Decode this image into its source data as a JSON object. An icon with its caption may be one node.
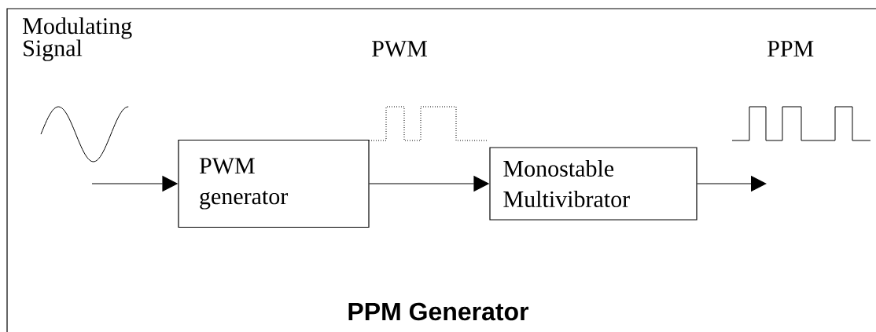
{
  "diagram": {
    "title": "PPM Generator",
    "nodes": [
      {
        "text": [
          "PWM generator"
        ]
      },
      {
        "text": [
          "Monostable Multivibrator"
        ]
      }
    ],
    "edges": [
      {
        "from": null,
        "to": 0,
        "arrow": "to"
      },
      {
        "from": 0,
        "to": 1,
        "arrow": "to"
      },
      {
        "from": 1,
        "to": null,
        "arrow": "to"
      }
    ],
    "labels": [
      "Modulating Signal",
      "PWM",
      "PPM"
    ]
  }
}
